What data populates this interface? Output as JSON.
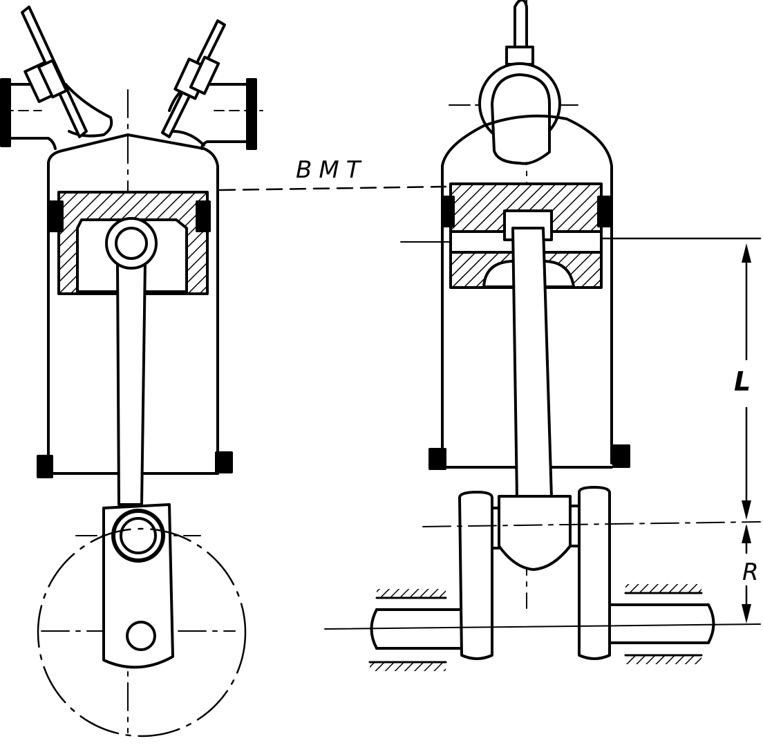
{
  "labels": {
    "tdc": "BMT",
    "stroke_length": "L",
    "crank_radius": "R"
  },
  "colors": {
    "ink": "#000000",
    "paper": "#ffffff"
  }
}
